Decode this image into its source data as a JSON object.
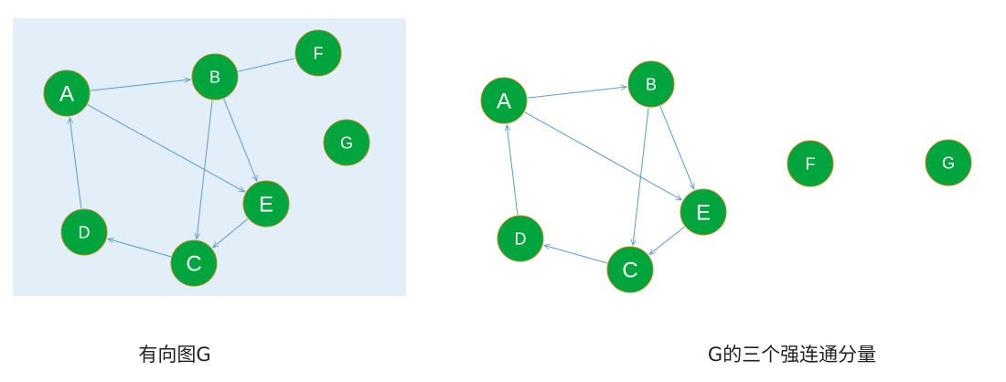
{
  "colors": {
    "panel_bg": "#e2eef8",
    "node_fill": "#00a53d",
    "node_stroke": "#b88a1d",
    "edge": "#5b9bd5",
    "label": "#ffffff"
  },
  "left_graph": {
    "caption": "有向图G",
    "nodes": [
      {
        "id": "A",
        "label": "A"
      },
      {
        "id": "B",
        "label": "B"
      },
      {
        "id": "F",
        "label": "F"
      },
      {
        "id": "G",
        "label": "G"
      },
      {
        "id": "D",
        "label": "D"
      },
      {
        "id": "E",
        "label": "E"
      },
      {
        "id": "C",
        "label": "C"
      }
    ],
    "edges": [
      {
        "from": "A",
        "to": "B",
        "directed": true
      },
      {
        "from": "B",
        "to": "F",
        "directed": false
      },
      {
        "from": "A",
        "to": "E",
        "directed": true
      },
      {
        "from": "B",
        "to": "E",
        "directed": true
      },
      {
        "from": "B",
        "to": "C",
        "directed": true
      },
      {
        "from": "E",
        "to": "C",
        "directed": true
      },
      {
        "from": "C",
        "to": "D",
        "directed": true
      },
      {
        "from": "D",
        "to": "A",
        "directed": true
      }
    ]
  },
  "right_graph": {
    "caption": "G的三个强连通分量",
    "nodes": [
      {
        "id": "A",
        "label": "A"
      },
      {
        "id": "B",
        "label": "B"
      },
      {
        "id": "F",
        "label": "F"
      },
      {
        "id": "G",
        "label": "G"
      },
      {
        "id": "D",
        "label": "D"
      },
      {
        "id": "E",
        "label": "E"
      },
      {
        "id": "C",
        "label": "C"
      }
    ],
    "edges": [
      {
        "from": "A",
        "to": "B",
        "directed": true
      },
      {
        "from": "A",
        "to": "E",
        "directed": true
      },
      {
        "from": "B",
        "to": "E",
        "directed": true
      },
      {
        "from": "B",
        "to": "C",
        "directed": true
      },
      {
        "from": "E",
        "to": "C",
        "directed": true
      },
      {
        "from": "C",
        "to": "D",
        "directed": true
      },
      {
        "from": "D",
        "to": "A",
        "directed": true
      }
    ]
  }
}
